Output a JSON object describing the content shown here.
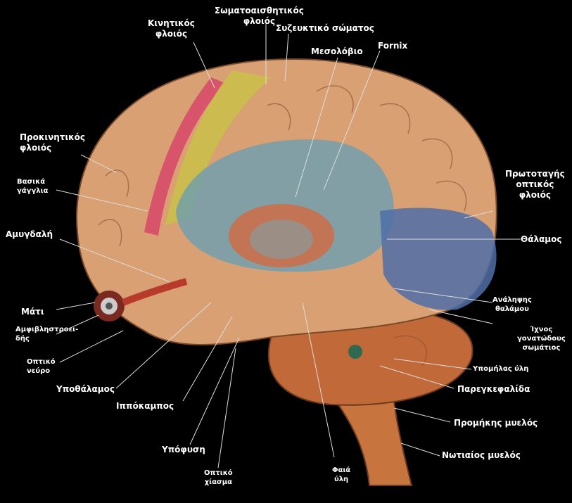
{
  "labels": {
    "kinitikos": "Κινητικός\nφλοιός",
    "somatoaisthitikos": "Σωματοαισθητικός\nφλοιός",
    "syzeuktiko": "Συζευκτικό σώματος",
    "mesoloboio": "Μεσολόβιο",
    "fornix": "Fornix",
    "prokinitikos": "Προκινητικός\nφλοιός",
    "vasika_gagglia": "Βασικά\nγάγγλια",
    "amygdali": "Αμυγδαλή",
    "mati": "Μάτι",
    "amfiblistro": "Αμφιβληστροει-\nδής",
    "optiko_neyro": "Οπτικό\nνεύρο",
    "ypothalamos": "Υποθάλαμος",
    "ippokampos": "Ιππόκαμπος",
    "ypofysi": "Υπόφυση",
    "optiko_chiasma": "Οπτικό\nχίασμα",
    "prosth_daktyl": "Πρωτοταγής\nοπτικός\nφλοιός",
    "thalamos": "Θάλαμος",
    "anteriores": "Ανάληψης\nθαλάμου",
    "ixnos": "Ίχνος\nγονατώδους\nσωμάτιος",
    "ypodeis": "Υπομήλας ύλη",
    "parenkefalida": "Παρεγκεφαλίδα",
    "prominis": "Προμήκης μυελός",
    "notiaios": "Νωτιαίος μυελός",
    "faio": "Φαιά\nύλη"
  },
  "colors": {
    "background": "#000000",
    "motor": "#d6466a",
    "somatosensory": "#c9c048",
    "premotor": "#d48a5a",
    "limbic_blue": "#6a9fb0",
    "occipital_blue": "#4f6fa8",
    "thalamus": "#d9663a",
    "cerebellum": "#c2693a",
    "brainstem": "#c8743f"
  }
}
